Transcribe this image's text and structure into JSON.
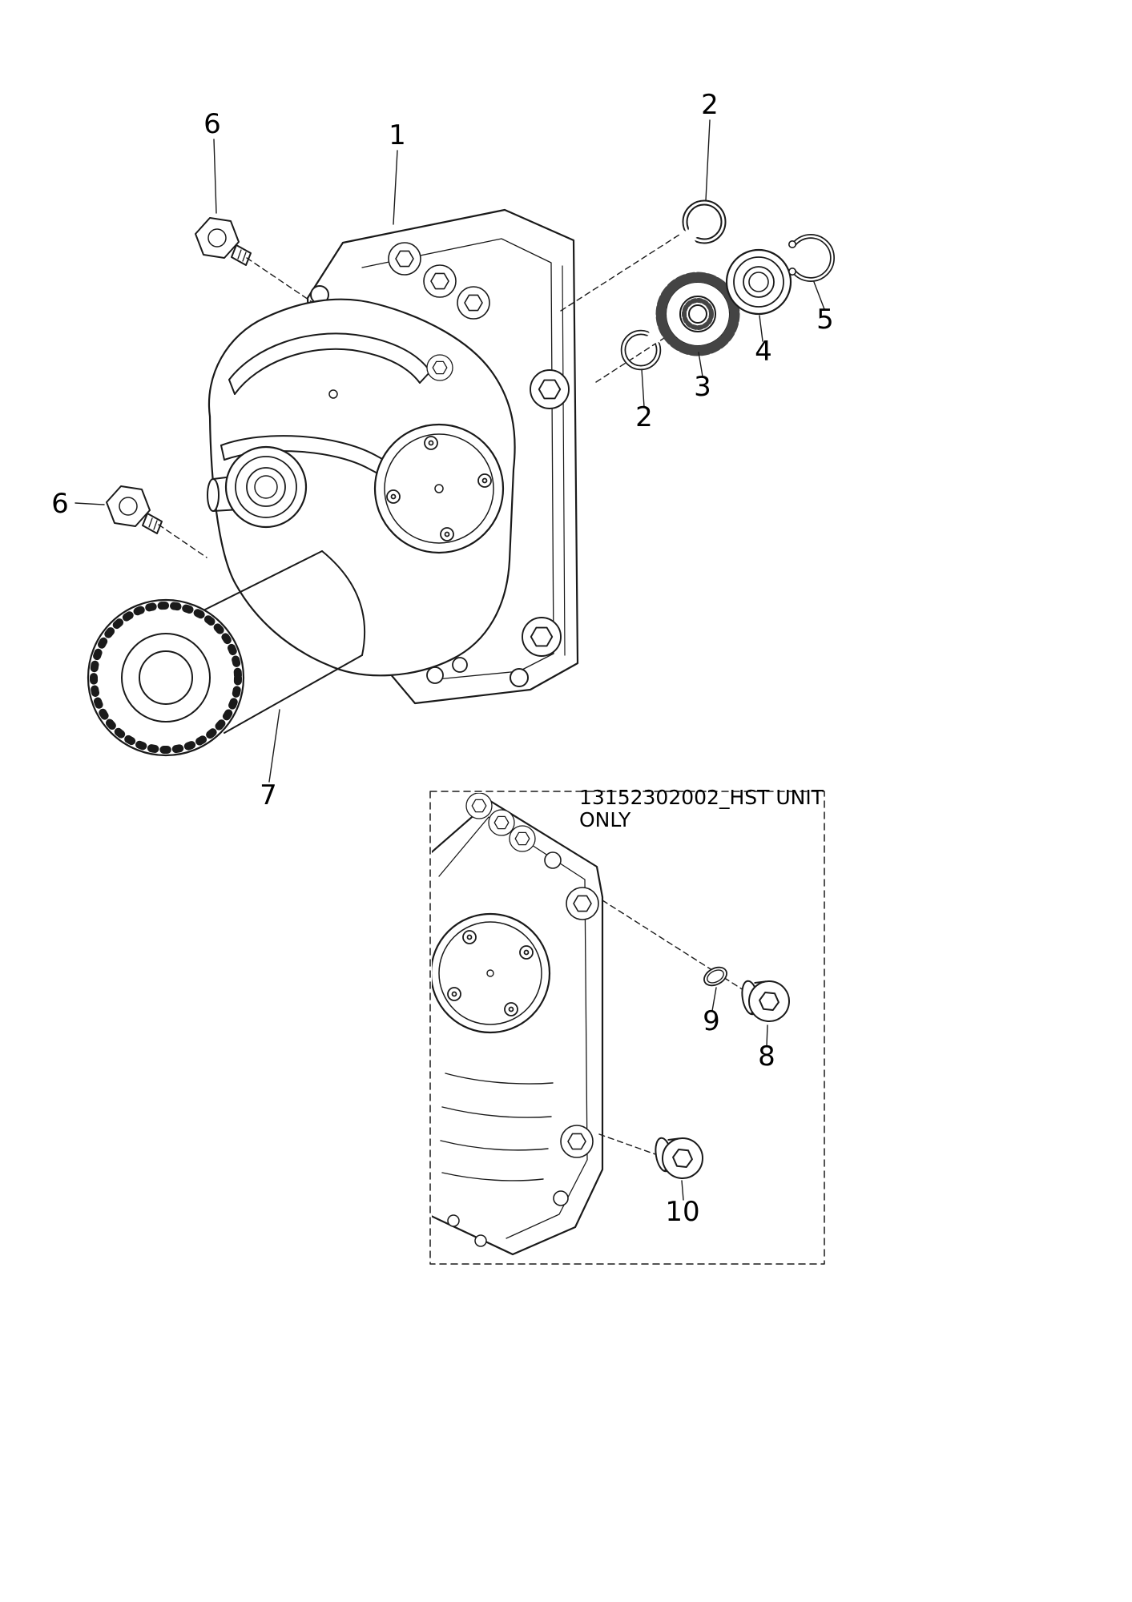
{
  "figure": {
    "background": "#ffffff",
    "line_color": "#1a1a1a",
    "inset_label": {
      "line1": "13152302002_HST UNIT",
      "line2": "ONLY"
    }
  },
  "callouts": [
    {
      "ref": "fitting-upper",
      "label": "6"
    },
    {
      "ref": "main-housing",
      "label": "1"
    },
    {
      "ref": "snap-ring-upper",
      "label": "2"
    },
    {
      "ref": "retaining-ring",
      "label": "5"
    },
    {
      "ref": "bearing",
      "label": "4"
    },
    {
      "ref": "gear",
      "label": "3"
    },
    {
      "ref": "snap-ring-lower",
      "label": "2"
    },
    {
      "ref": "fitting-left",
      "label": "6"
    },
    {
      "ref": "filter-canister",
      "label": "7"
    },
    {
      "ref": "o-ring",
      "label": "9"
    },
    {
      "ref": "plug-upper",
      "label": "8"
    },
    {
      "ref": "plug-lower",
      "label": "10"
    }
  ]
}
